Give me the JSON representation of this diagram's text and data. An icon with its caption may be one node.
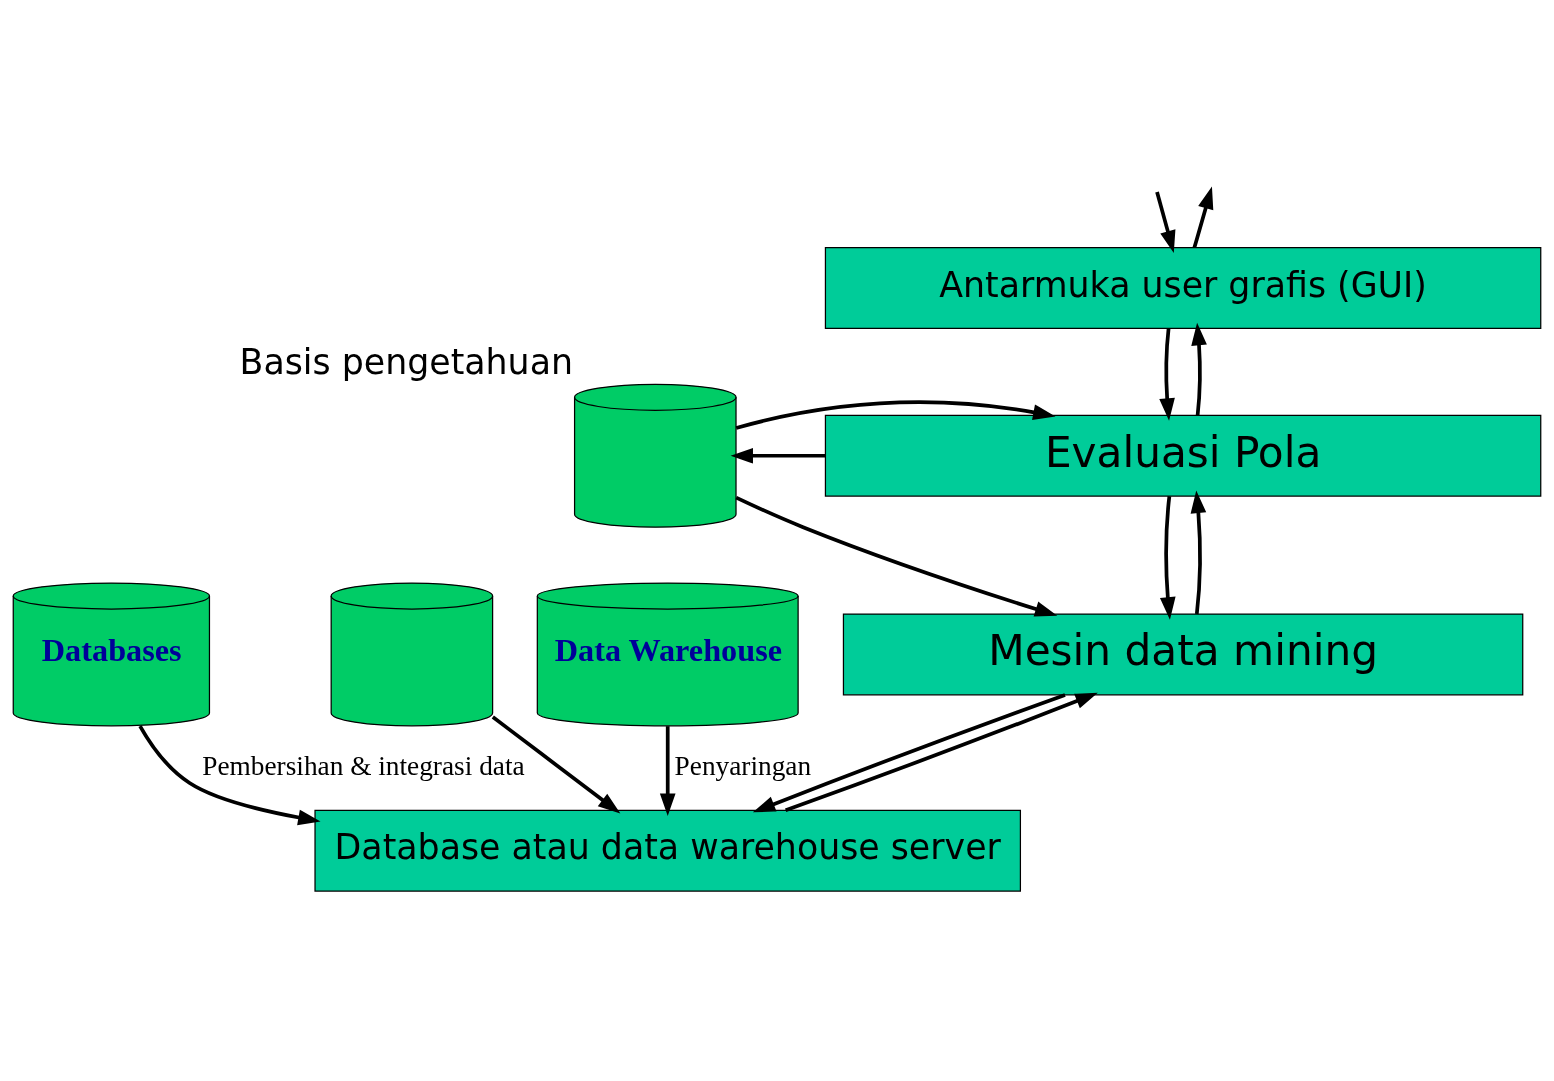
{
  "diagram": {
    "nodes": [
      {
        "text": [
          "Antarmuka user grafis (GUI)"
        ]
      },
      {
        "text": [
          "Evaluasi Pola"
        ]
      },
      {
        "text": [
          "Mesin data mining"
        ]
      },
      {
        "text": [
          "Database atau data warehouse server"
        ]
      },
      {
        "text": [],
        "shape": "cylinder",
        "beside": [
          "Basis pengetahuan"
        ]
      },
      {
        "text": [
          "Databases"
        ]
      },
      {
        "text": [],
        "shape": "cylinder"
      },
      {
        "text": [
          "Data Warehouse"
        ]
      }
    ],
    "edges": [
      {
        "from": null,
        "to": 0,
        "arrow": "to"
      },
      {
        "from": 0,
        "to": null,
        "arrow": "to"
      },
      {
        "from": 0,
        "to": 1,
        "arrow": "to"
      },
      {
        "from": 1,
        "to": 0,
        "arrow": "to"
      },
      {
        "from": 1,
        "to": 2,
        "arrow": "to"
      },
      {
        "from": 2,
        "to": 1,
        "arrow": "to"
      },
      {
        "from": 2,
        "to": 3,
        "arrow": "to"
      },
      {
        "from": 3,
        "to": 2,
        "arrow": "to"
      },
      {
        "from": 1,
        "to": 4,
        "arrow": "to"
      },
      {
        "from": 4,
        "to": 1,
        "arrow": "to"
      },
      {
        "from": 4,
        "to": 2,
        "arrow": "to"
      },
      {
        "from": 5,
        "to": 3,
        "arrow": "to",
        "label": "Pembersihan & integrasi data"
      },
      {
        "from": 6,
        "to": 3,
        "arrow": "to"
      },
      {
        "from": 7,
        "to": 3,
        "arrow": "to",
        "label": "Penyaringan"
      }
    ]
  }
}
